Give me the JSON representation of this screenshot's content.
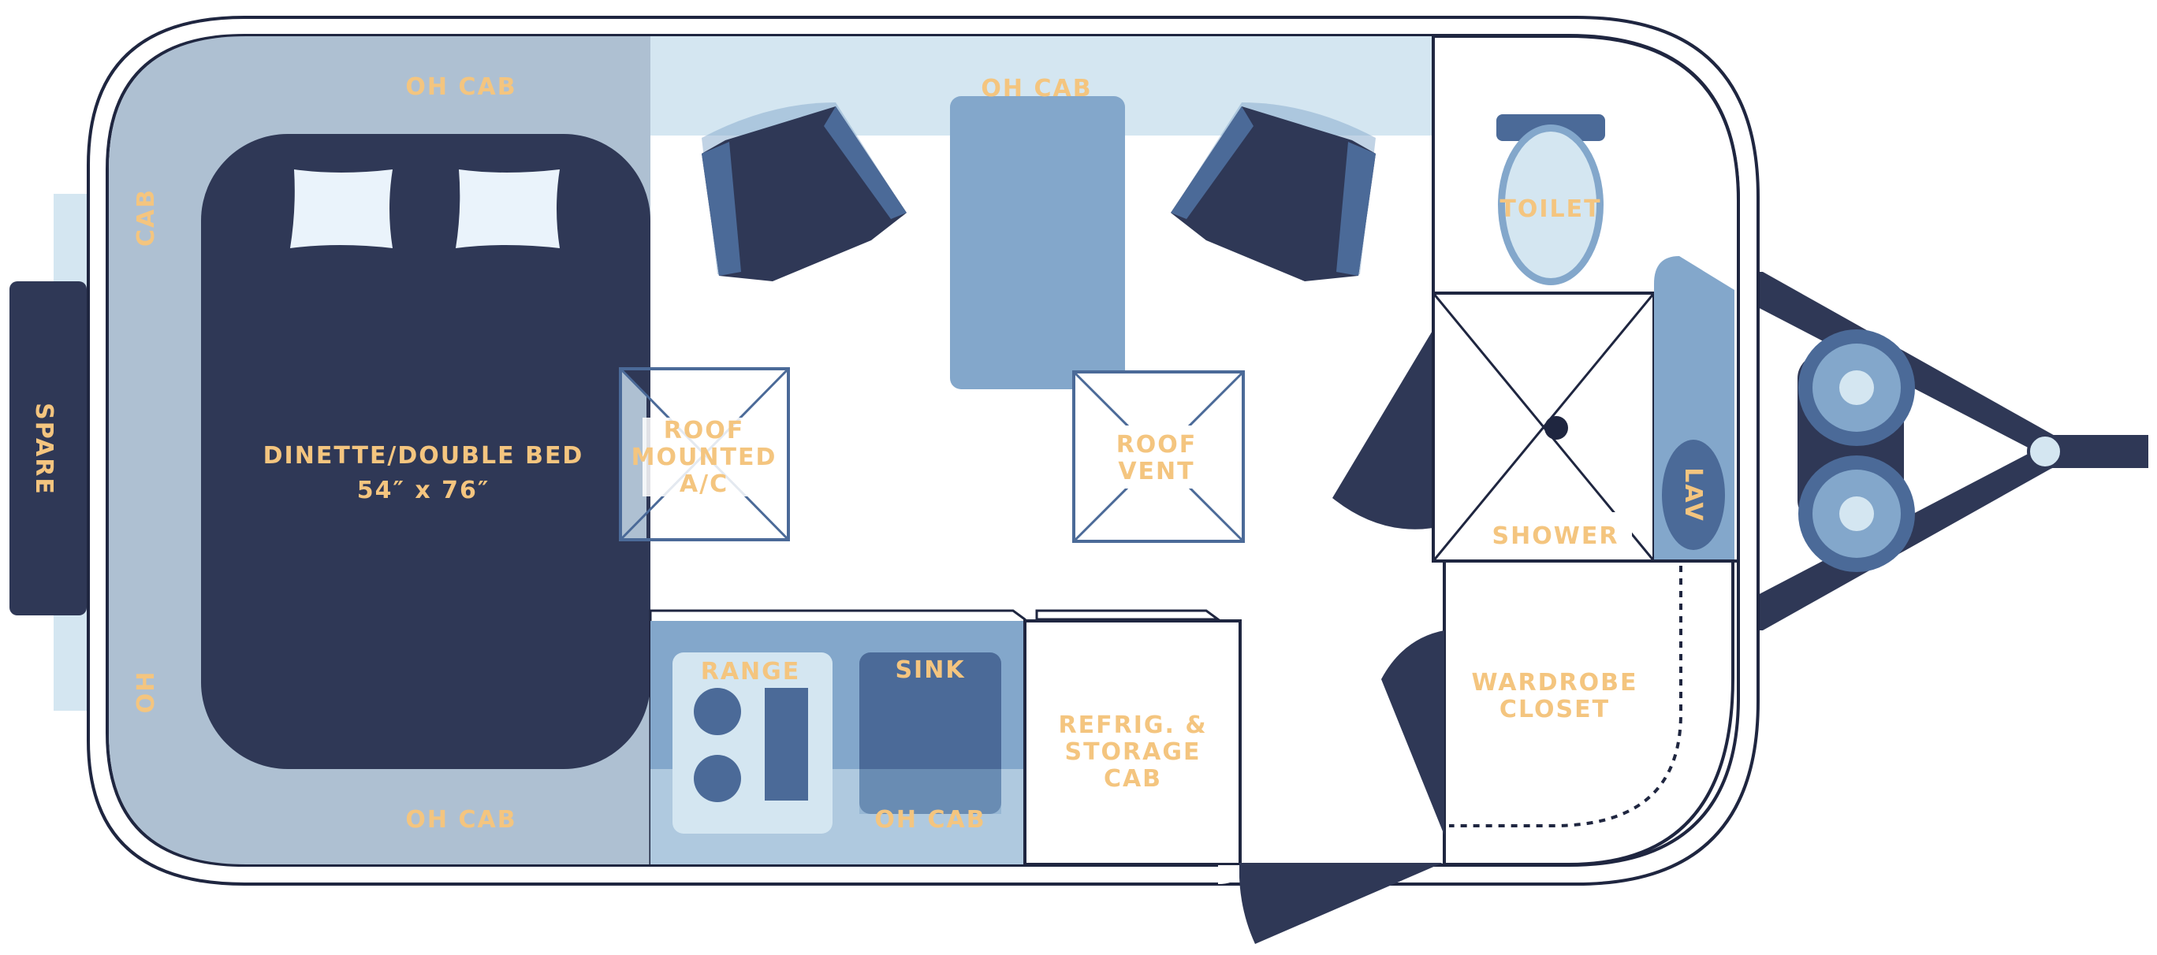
{
  "floorplan": {
    "colors": {
      "navy": "#2f3856",
      "blue_mid": "#4b6a98",
      "blue_light": "#83a7cb",
      "blue_pale": "#d4e6f1",
      "gray_blue": "#aec0d2",
      "label": "#f4c57f",
      "outline": "#1f2640"
    },
    "labels": {
      "oh_cab_top_left": "OH CAB",
      "oh_cab_top_center": "OH CAB",
      "oh_cab_bottom_left": "OH CAB",
      "oh_cab_bottom_right": "OH CAB",
      "cab_left": "CAB",
      "oh_left": "OH",
      "spare": "SPARE",
      "bed_line1": "DINETTE/DOUBLE BED",
      "bed_line2": "54″ x 76″",
      "ac_line1": "ROOF",
      "ac_line2": "MOUNTED",
      "ac_line3": "A/C",
      "vent_line1": "ROOF",
      "vent_line2": "VENT",
      "toilet": "TOILET",
      "shower": "SHOWER",
      "lav": "LAV",
      "range": "RANGE",
      "sink": "SINK",
      "refrig_line1": "REFRIG. &",
      "refrig_line2": "STORAGE",
      "refrig_line3": "CAB",
      "wardrobe_line1": "WARDROBE",
      "wardrobe_line2": "CLOSET"
    }
  }
}
